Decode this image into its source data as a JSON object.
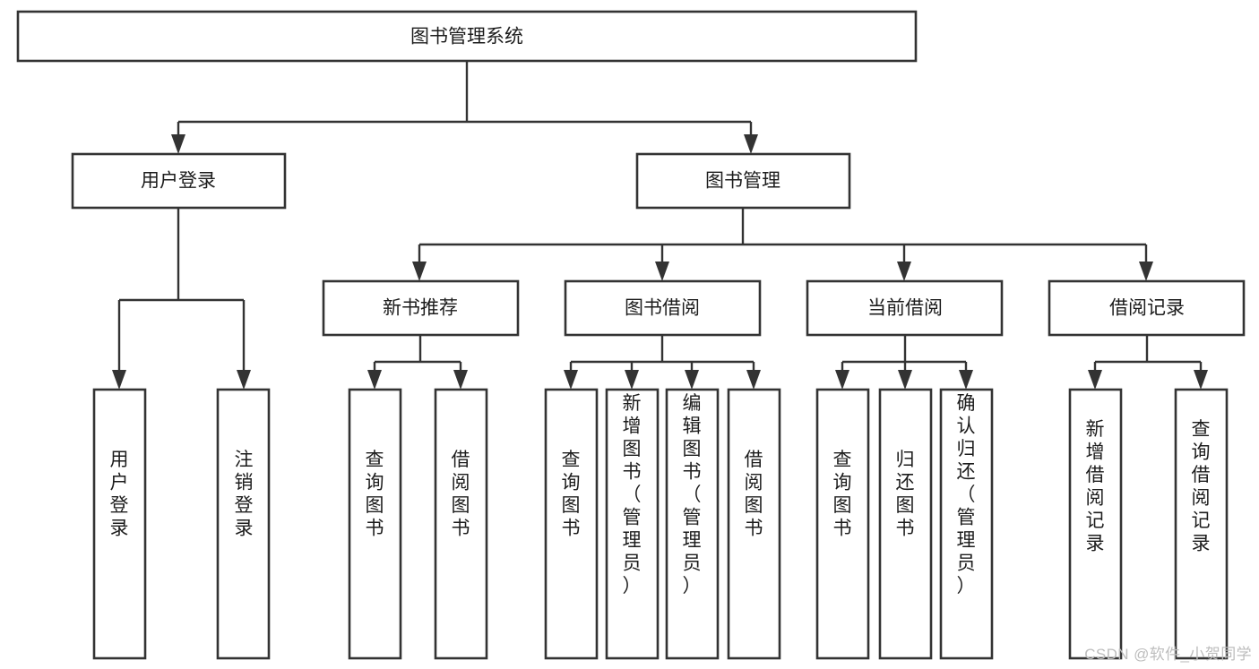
{
  "diagram": {
    "title": "图书管理系统",
    "type": "tree",
    "orientation": "top-down",
    "colors": {
      "box_stroke": "#333333",
      "box_fill": "#ffffff",
      "text": "#1c1c1c",
      "background": "#ffffff",
      "watermark": "#bdbdbd"
    },
    "nodes": {
      "root": {
        "label": "图书管理系统",
        "level": 0,
        "orient": "horizontal"
      },
      "n_user_login": {
        "label": "用户登录",
        "level": 1,
        "orient": "horizontal"
      },
      "n_book_manage": {
        "label": "图书管理",
        "level": 1,
        "orient": "horizontal"
      },
      "n_new_book_rec": {
        "label": "新书推荐",
        "level": 2,
        "orient": "horizontal"
      },
      "n_book_borrow": {
        "label": "图书借阅",
        "level": 2,
        "orient": "horizontal"
      },
      "n_current_borrow": {
        "label": "当前借阅",
        "level": 2,
        "orient": "horizontal"
      },
      "n_borrow_record": {
        "label": "借阅记录",
        "level": 2,
        "orient": "horizontal"
      },
      "l_user_login": {
        "label": "用户登录",
        "level": 3,
        "orient": "vertical"
      },
      "l_logout": {
        "label": "注销登录",
        "level": 3,
        "orient": "vertical"
      },
      "l_query_book_1": {
        "label": "查询图书",
        "level": 3,
        "orient": "vertical"
      },
      "l_borrow_book_1": {
        "label": "借阅图书",
        "level": 3,
        "orient": "vertical"
      },
      "l_query_book_2": {
        "label": "查询图书",
        "level": 3,
        "orient": "vertical"
      },
      "l_add_book": {
        "label": "新增图书（管理员）",
        "level": 3,
        "orient": "vertical"
      },
      "l_edit_book": {
        "label": "编辑图书（管理员）",
        "level": 3,
        "orient": "vertical"
      },
      "l_borrow_book_2": {
        "label": "借阅图书",
        "level": 3,
        "orient": "vertical"
      },
      "l_query_book_3": {
        "label": "查询图书",
        "level": 3,
        "orient": "vertical"
      },
      "l_return_book": {
        "label": "归还图书",
        "level": 3,
        "orient": "vertical"
      },
      "l_confirm_return": {
        "label": "确认归还（管理员）",
        "level": 3,
        "orient": "vertical"
      },
      "l_add_record": {
        "label": "新增借阅记录",
        "level": 3,
        "orient": "vertical"
      },
      "l_query_record": {
        "label": "查询借阅记录",
        "level": 3,
        "orient": "vertical"
      }
    },
    "edges": [
      {
        "from": "root",
        "to": "n_user_login"
      },
      {
        "from": "root",
        "to": "n_book_manage"
      },
      {
        "from": "n_user_login",
        "to": "l_user_login"
      },
      {
        "from": "n_user_login",
        "to": "l_logout"
      },
      {
        "from": "n_book_manage",
        "to": "n_new_book_rec"
      },
      {
        "from": "n_book_manage",
        "to": "n_book_borrow"
      },
      {
        "from": "n_book_manage",
        "to": "n_current_borrow"
      },
      {
        "from": "n_book_manage",
        "to": "n_borrow_record"
      },
      {
        "from": "n_new_book_rec",
        "to": "l_query_book_1"
      },
      {
        "from": "n_new_book_rec",
        "to": "l_borrow_book_1"
      },
      {
        "from": "n_book_borrow",
        "to": "l_query_book_2"
      },
      {
        "from": "n_book_borrow",
        "to": "l_add_book"
      },
      {
        "from": "n_book_borrow",
        "to": "l_edit_book"
      },
      {
        "from": "n_book_borrow",
        "to": "l_borrow_book_2"
      },
      {
        "from": "n_current_borrow",
        "to": "l_query_book_3"
      },
      {
        "from": "n_current_borrow",
        "to": "l_return_book"
      },
      {
        "from": "n_current_borrow",
        "to": "l_confirm_return"
      },
      {
        "from": "n_borrow_record",
        "to": "l_add_record"
      },
      {
        "from": "n_borrow_record",
        "to": "l_query_record"
      }
    ]
  },
  "watermark": {
    "text": "CSDN @软件_小贺同学"
  }
}
